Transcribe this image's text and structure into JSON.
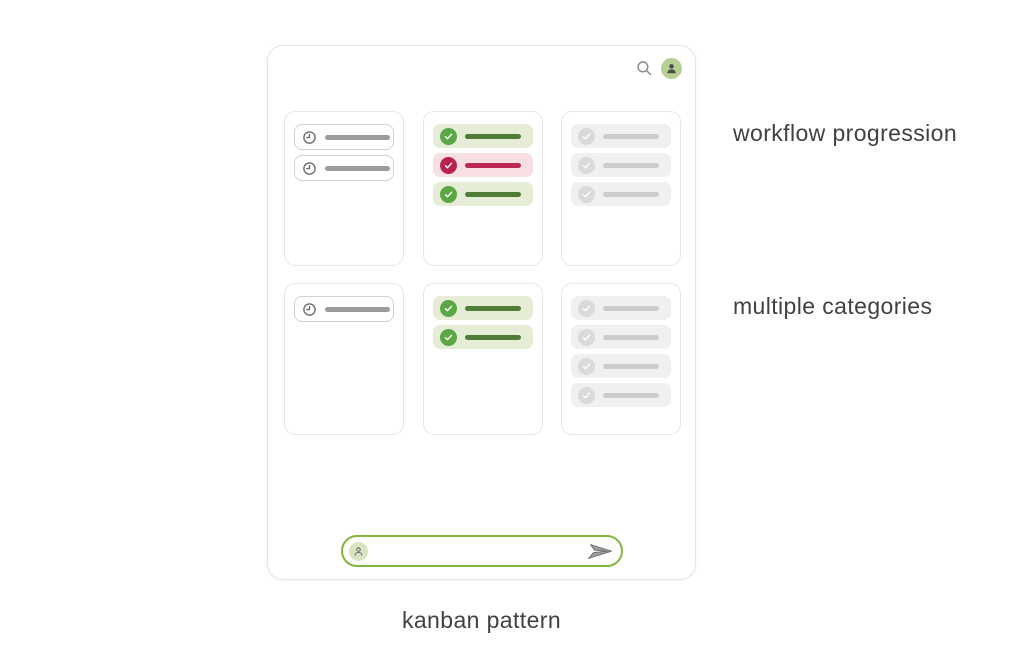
{
  "annotations": {
    "row1_label": "workflow progression",
    "row2_label": "multiple categories",
    "caption": "kanban pattern"
  },
  "header": {
    "icons": [
      {
        "name": "search-icon"
      },
      {
        "name": "user-avatar-icon"
      }
    ]
  },
  "board": {
    "cards": [
      {
        "row": 0,
        "col": 0,
        "items": [
          "pending",
          "pending"
        ]
      },
      {
        "row": 0,
        "col": 1,
        "items": [
          "done-green",
          "done-red",
          "done-green"
        ]
      },
      {
        "row": 0,
        "col": 2,
        "items": [
          "done-gray",
          "done-gray",
          "done-gray"
        ]
      },
      {
        "row": 1,
        "col": 0,
        "items": [
          "pending"
        ]
      },
      {
        "row": 1,
        "col": 1,
        "items": [
          "done-green",
          "done-green"
        ]
      },
      {
        "row": 1,
        "col": 2,
        "items": [
          "done-gray",
          "done-gray",
          "done-gray",
          "done-gray"
        ]
      }
    ]
  },
  "composer": {
    "value": "",
    "placeholder": "",
    "icons": [
      {
        "name": "person-icon"
      },
      {
        "name": "send-icon"
      }
    ]
  },
  "colors": {
    "accent": "#82b73e",
    "avatar_bg": "#b7cf92",
    "chip_bg": "#d9e4c5",
    "green_bg": "#e6edd6",
    "green_circle": "#5ba746",
    "green_bar": "#4f7d37",
    "red_bg": "#f7dfe4",
    "red_circle": "#b6234e",
    "red_bar": "#bb2756",
    "gray_bg": "#f0f0f0",
    "gray_circle": "#dadada",
    "gray_bar": "#cccccc",
    "pending_border": "#d2d2d2",
    "pending_bar": "#9b9b9b",
    "text": "#414141"
  }
}
